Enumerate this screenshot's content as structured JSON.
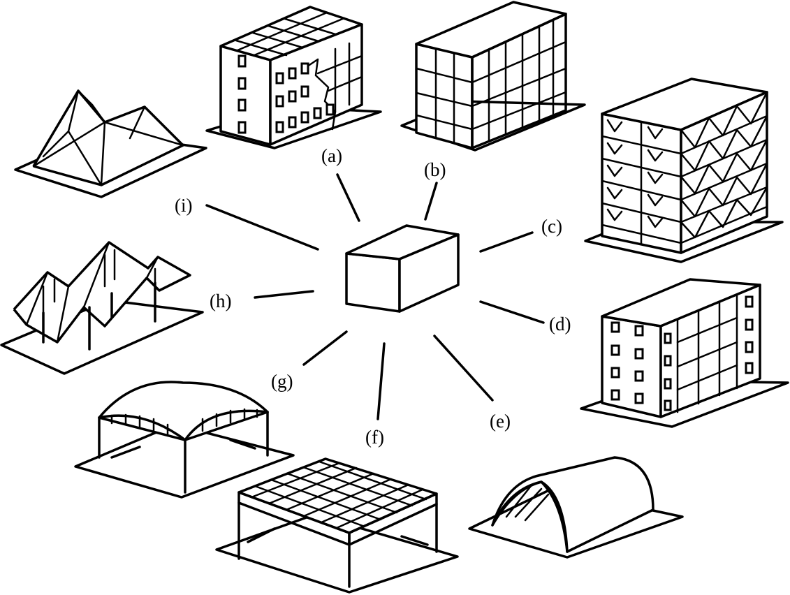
{
  "labels": {
    "a": "(a)",
    "b": "(b)",
    "c": "(c)",
    "d": "(d)",
    "e": "(e)",
    "f": "(f)",
    "g": "(g)",
    "h": "(h)",
    "i": "(i)"
  }
}
